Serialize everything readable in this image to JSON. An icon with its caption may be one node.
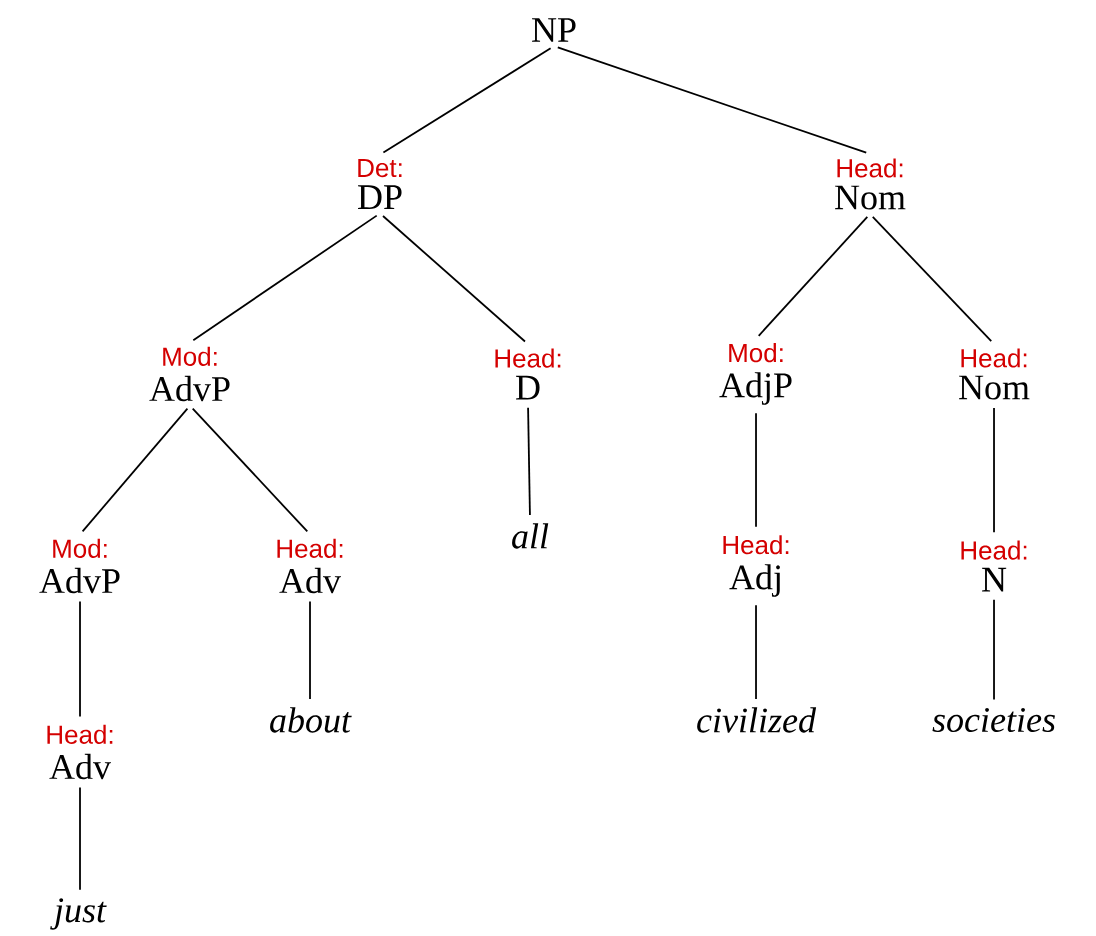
{
  "diagram": {
    "nodes": [
      {
        "text": [
          "NP"
        ]
      },
      {
        "text": [
          "Det:",
          "DP"
        ]
      },
      {
        "text": [
          "Head:",
          "Nom"
        ]
      },
      {
        "text": [
          "Mod:",
          "AdvP"
        ]
      },
      {
        "text": [
          "Head:",
          "D"
        ]
      },
      {
        "text": [
          "Mod:",
          "AdjP"
        ]
      },
      {
        "text": [
          "Head:",
          "Nom"
        ]
      },
      {
        "text": [
          "Mod:",
          "AdvP"
        ]
      },
      {
        "text": [
          "Head:",
          "Adv"
        ]
      },
      {
        "text": [
          "all"
        ]
      },
      {
        "text": [
          "Head:",
          "Adj"
        ]
      },
      {
        "text": [
          "Head:",
          "N"
        ]
      },
      {
        "text": [
          "Head:",
          "Adv"
        ]
      },
      {
        "text": [
          "about"
        ]
      },
      {
        "text": [
          "civilized"
        ]
      },
      {
        "text": [
          "societies"
        ]
      },
      {
        "text": [
          "just"
        ]
      }
    ],
    "edges": [
      {
        "from": 0,
        "to": 1,
        "arrow": "none"
      },
      {
        "from": 0,
        "to": 2,
        "arrow": "none"
      },
      {
        "from": 1,
        "to": 3,
        "arrow": "none"
      },
      {
        "from": 1,
        "to": 4,
        "arrow": "none"
      },
      {
        "from": 2,
        "to": 5,
        "arrow": "none"
      },
      {
        "from": 2,
        "to": 6,
        "arrow": "none"
      },
      {
        "from": 3,
        "to": 7,
        "arrow": "none"
      },
      {
        "from": 3,
        "to": 8,
        "arrow": "none"
      },
      {
        "from": 4,
        "to": 9,
        "arrow": "none"
      },
      {
        "from": 5,
        "to": 10,
        "arrow": "none"
      },
      {
        "from": 6,
        "to": 11,
        "arrow": "none"
      },
      {
        "from": 7,
        "to": 12,
        "arrow": "none"
      },
      {
        "from": 8,
        "to": 13,
        "arrow": "none"
      },
      {
        "from": 10,
        "to": 14,
        "arrow": "none"
      },
      {
        "from": 11,
        "to": 15,
        "arrow": "none"
      },
      {
        "from": 12,
        "to": 16,
        "arrow": "none"
      }
    ]
  }
}
